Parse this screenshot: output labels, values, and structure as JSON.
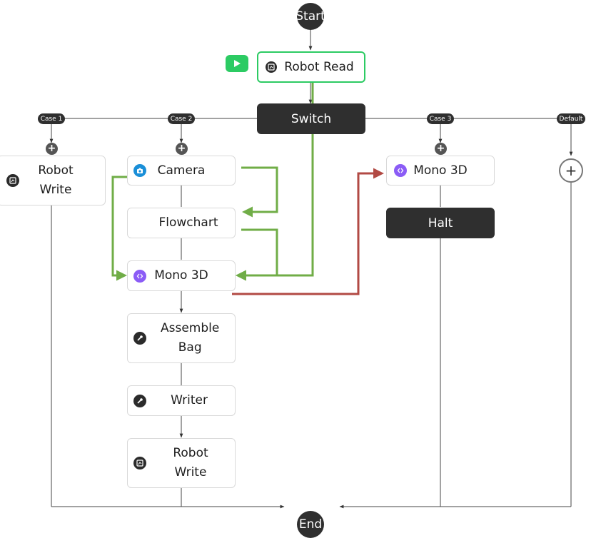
{
  "terminals": {
    "start": "Start",
    "end": "End"
  },
  "top": {
    "robot_read": "Robot Read",
    "switch": "Switch"
  },
  "cases": {
    "case1": "Case 1",
    "case2": "Case 2",
    "case3": "Case 3",
    "default": "Default"
  },
  "case1_nodes": {
    "robot_write": "Robot Write"
  },
  "case2_nodes": {
    "camera": "Camera",
    "flowchart": "Flowchart",
    "mono3d": "Mono 3D",
    "assemble_bag": "Assemble Bag",
    "writer": "Writer",
    "robot_write": "Robot Write"
  },
  "case3_nodes": {
    "mono3d": "Mono 3D",
    "halt": "Halt"
  },
  "icons": {
    "run": "play-icon",
    "robot": "robot-arm-icon",
    "camera": "camera-icon",
    "mono3d": "code-brackets-icon",
    "tool": "tool-icon",
    "add": "plus-icon"
  },
  "colors": {
    "active_border": "#2ccb63",
    "data_link_green": "#70ad47",
    "data_link_red": "#b24a44",
    "dark_node": "#2f2f2f",
    "camera_icon": "#1a8fd8",
    "mono3d_icon": "#8b5cf6"
  }
}
